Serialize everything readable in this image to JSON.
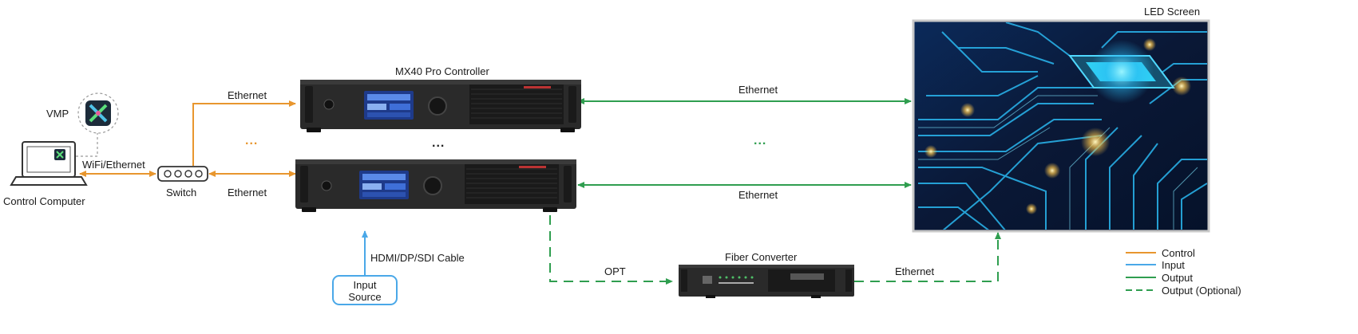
{
  "labels": {
    "vmp": "VMP",
    "control_computer": "Control Computer",
    "wifi_ethernet": "WiFi/Ethernet",
    "switch": "Switch",
    "ethernet_sw_top": "Ethernet",
    "ethernet_sw_bottom": "Ethernet",
    "controller_title": "MX40 Pro Controller",
    "ethernet_ctrl_top": "Ethernet",
    "ethernet_ctrl_bottom": "Ethernet",
    "led_screen": "LED Screen",
    "hdmi_cable": "HDMI/DP/SDI Cable",
    "input_source": "Input\nSource",
    "opt": "OPT",
    "fiber_converter": "Fiber Converter",
    "ethernet_fiber": "Ethernet",
    "ellipsis": "..."
  },
  "legend": [
    {
      "label": "Control",
      "color": "#e8962e",
      "style": "solid"
    },
    {
      "label": "Input",
      "color": "#4aa8e8",
      "style": "solid"
    },
    {
      "label": "Output",
      "color": "#2f9e4f",
      "style": "solid"
    },
    {
      "label": "Output (Optional)",
      "color": "#2f9e4f",
      "style": "dashed"
    }
  ],
  "colors": {
    "control": "#e8962e",
    "input": "#4aa8e8",
    "output": "#2f9e4f",
    "device_body": "#2a2a2a",
    "device_dark": "#151515",
    "screen_bg": "#0a1a3a"
  },
  "icons": [
    "laptop-icon",
    "vmp-app-icon",
    "switch-icon",
    "controller-device-icon",
    "fiber-converter-icon",
    "led-screen-icon"
  ]
}
